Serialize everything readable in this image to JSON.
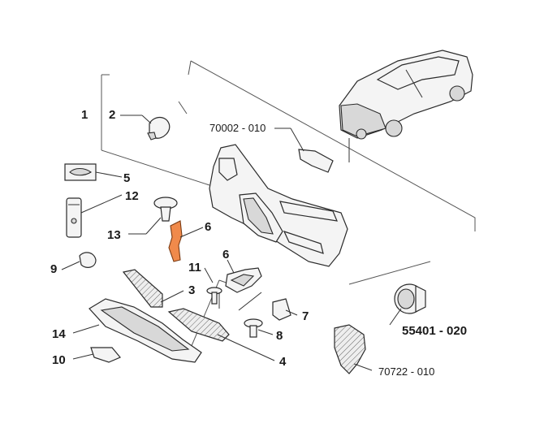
{
  "diagram": {
    "labels": {
      "l1": "1",
      "l2": "2",
      "l3": "3",
      "l4": "4",
      "l5": "5",
      "l6a": "6",
      "l6b": "6",
      "l7": "7",
      "l8": "8",
      "l9": "9",
      "l10": "10",
      "l11": "11",
      "l12": "12",
      "l13": "13",
      "l14": "14",
      "ref_70002": "70002 - 010",
      "ref_55401": "55401 - 020",
      "ref_70722": "70722 - 010"
    },
    "highlight_color": "#f08a4b",
    "highlighted_part": "6"
  }
}
